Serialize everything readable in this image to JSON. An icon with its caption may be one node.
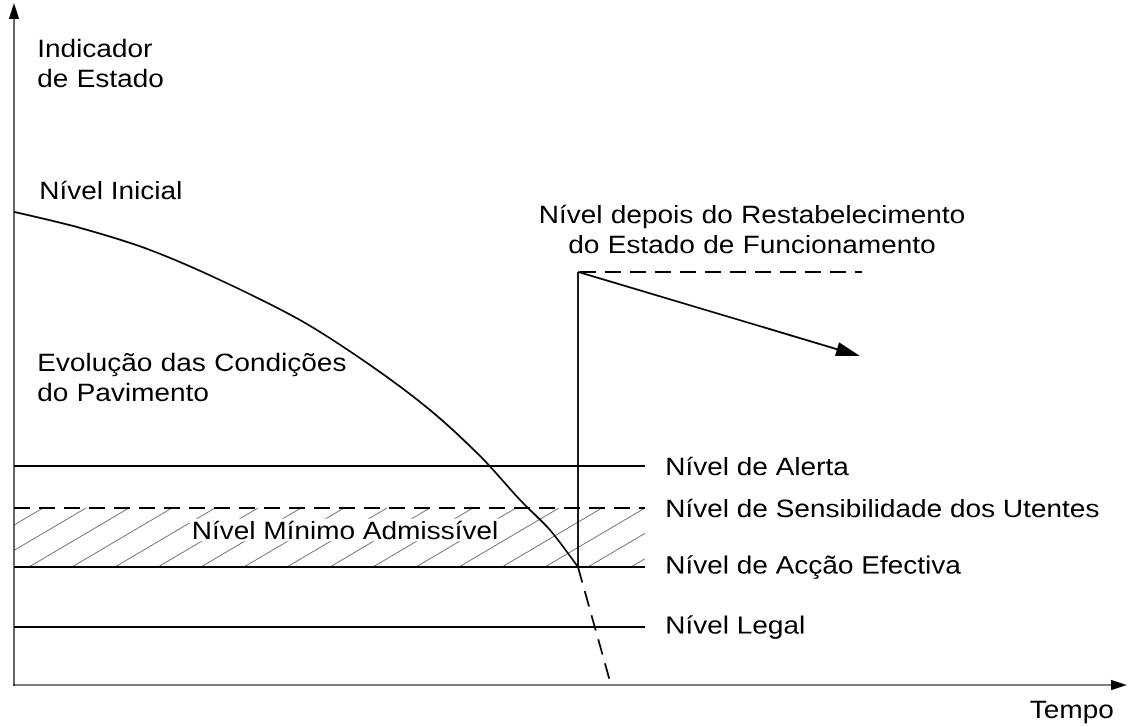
{
  "diagram": {
    "labels": [
      "Indicador de Estado",
      "Nível Inicial",
      "Nível depois do Restabelecimento do Estado de Funcionamento",
      "Evolução das Condições do Pavimento",
      "Nível de Alerta",
      "Nível de Sensibilidade dos Utentes",
      "Nível Mínimo Admissível",
      "Nível de Acção Efectiva",
      "Nível Legal",
      "Tempo"
    ]
  }
}
